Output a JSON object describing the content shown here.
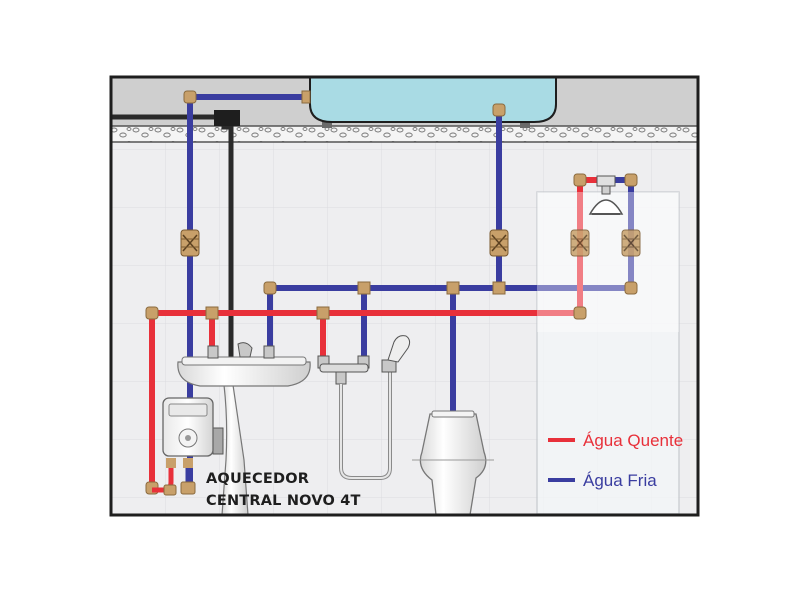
{
  "heater": {
    "label_line1": "AQUECEDOR",
    "label_line2": "CENTRAL NOVO 4T"
  },
  "legend": {
    "hot": {
      "label": "Água Quente",
      "color": "#e8303a"
    },
    "cold": {
      "label": "Água Fria",
      "color": "#3a3da0"
    }
  },
  "colors": {
    "frame": "#1e1e1e",
    "ceiling": "#cfcfcf",
    "wall": "#ececee",
    "tank": "#a9dbe4",
    "fitting": "#c8a06a",
    "power_cable": "#2a2a2a"
  }
}
